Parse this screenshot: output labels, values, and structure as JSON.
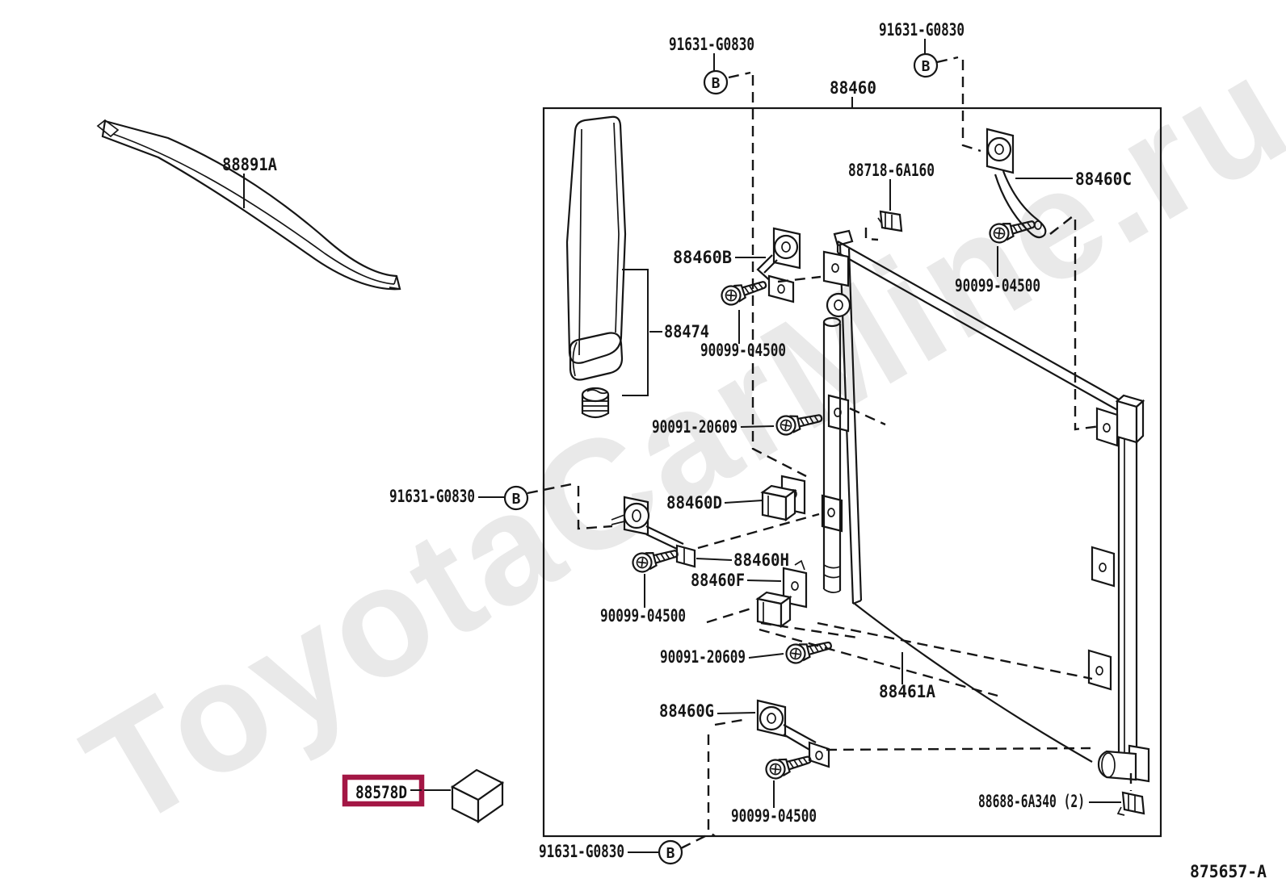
{
  "watermark": "ToyotaCarMine.ru",
  "drawing_number": "875657-A",
  "marker_letter": "B",
  "colors": {
    "highlight": "#A31745",
    "line": "#161616",
    "watermark": "#e9e9e9"
  },
  "part_numbers": {
    "grommet": "91631-G0830",
    "condenser_assembly": "88460",
    "seal_upper": "88891A",
    "packing": "88718-6A160",
    "bracket_c": "88460C",
    "bracket_b": "88460B",
    "modulator": "88474",
    "bolt_small": "90099-04500",
    "bolt_large": "90091-20609",
    "bracket_d": "88460D",
    "bracket_h": "88460H",
    "bracket_f": "88460F",
    "bracket_g": "88460G",
    "pipe": "88461A",
    "clip": "88688-6A340 (2)",
    "insulator_highlighted": "88578D"
  }
}
